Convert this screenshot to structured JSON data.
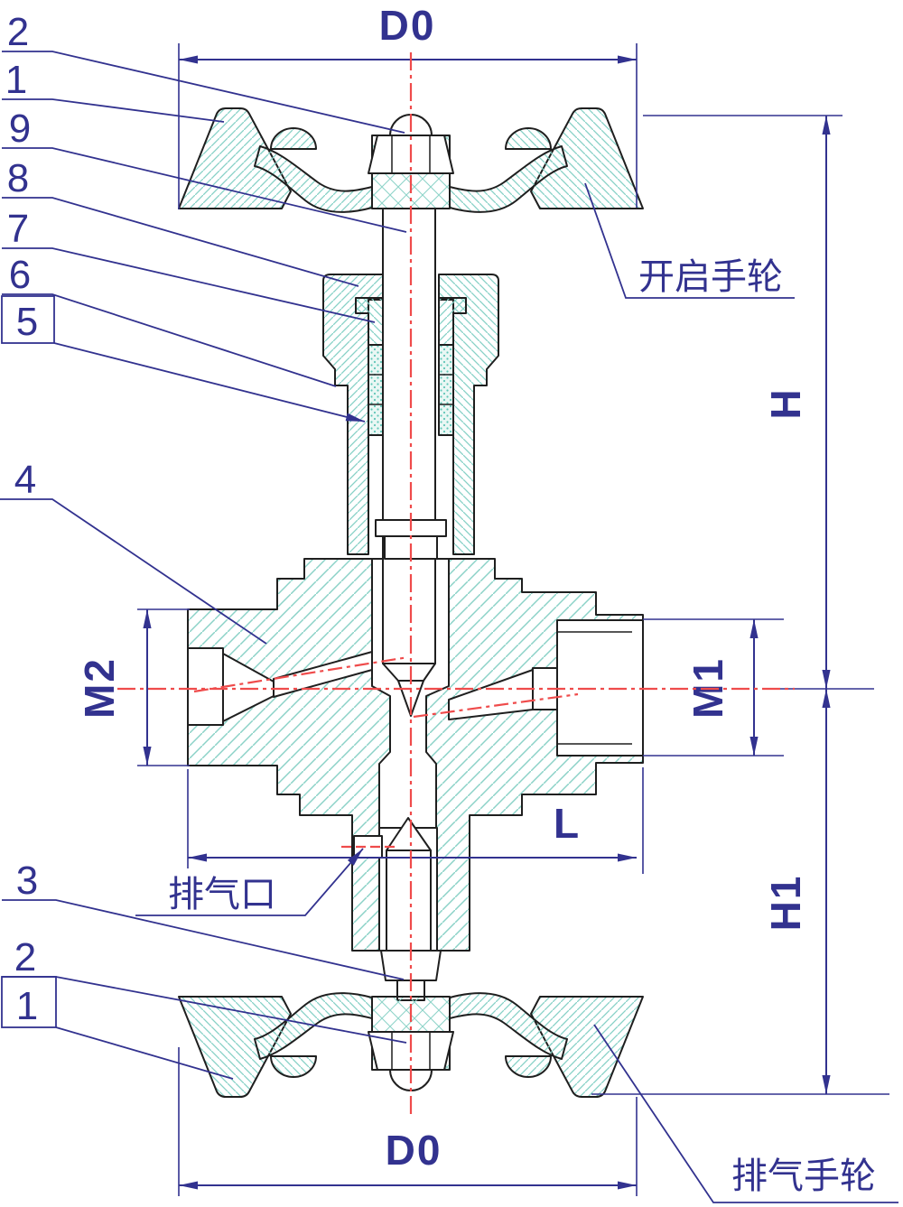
{
  "drawing": {
    "kind": "valve-cross-section",
    "dimensions": {
      "d0_top": "D0",
      "d0_bottom": "D0",
      "h": "H",
      "h1": "H1",
      "m1": "M1",
      "m2": "M2",
      "l": "L"
    },
    "annotations": {
      "open_handwheel": "开启手轮",
      "exhaust_port": "排气口",
      "exhaust_handwheel": "排气手轮"
    },
    "callouts": {
      "c2_top": "2",
      "c1_top": "1",
      "c9": "9",
      "c8": "8",
      "c7": "7",
      "c6": "6",
      "c5": "5",
      "c4": "4",
      "c3": "3",
      "c2_bottom": "2",
      "c1_bottom": "1"
    },
    "colors": {
      "dimension_navy": "#32328f",
      "outline_black": "#1f1f1f",
      "hatch_teal": "#86d1c6",
      "centerline_red": "#ef4b4b",
      "background": "#ffffff"
    }
  }
}
